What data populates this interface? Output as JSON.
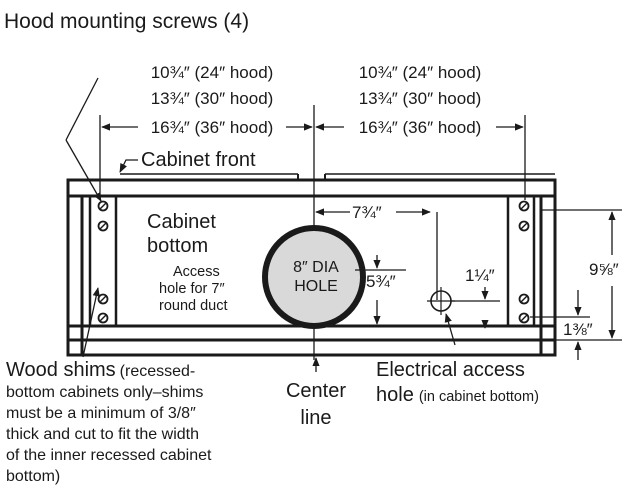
{
  "title": "Hood mounting screws (4)",
  "dims_left": [
    "10¾″ (24″ hood)",
    "13¾″ (30″ hood)",
    "16¾″ (36″ hood)"
  ],
  "dims_right": [
    "10¾″ (24″ hood)",
    "13¾″ (30″ hood)",
    "16¾″ (36″ hood)"
  ],
  "cabinet_front": "Cabinet front",
  "cabinet_bottom": [
    "Cabinet",
    "bottom"
  ],
  "access_note": [
    "Access",
    "hole for 7″",
    "round duct"
  ],
  "hole_label": [
    "8″ DIA",
    "HOLE"
  ],
  "dim_7_3_4": "7¾″",
  "dim_1_1_4": "1¼″",
  "dim_9_5_8": "9⅝″",
  "dim_5_3_4": "5¾″",
  "dim_1_3_8": "1⅜″",
  "shims_main": "Wood shims",
  "shims_note": [
    "(recessed-",
    "bottom cabinets only–shims",
    "must be a minimum of 3/8″",
    "thick and cut to fit the width",
    "of the inner recessed cabinet",
    "bottom)"
  ],
  "center_line": [
    "Center",
    "line"
  ],
  "electrical_main": [
    "Electrical access",
    "hole"
  ],
  "electrical_note": "(in cabinet bottom)"
}
